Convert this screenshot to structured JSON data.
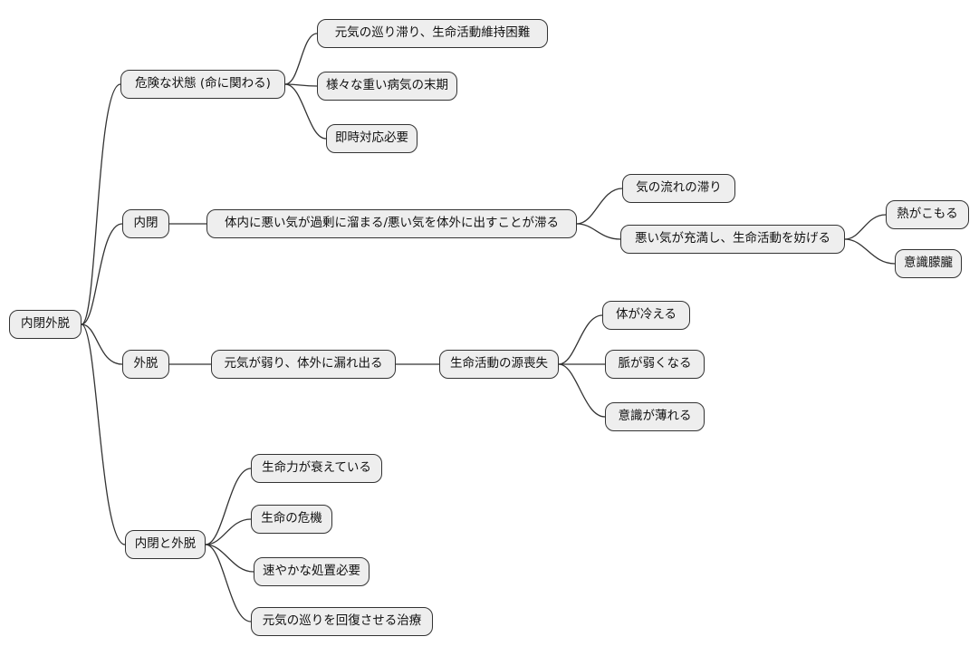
{
  "diagram": {
    "type": "mindmap",
    "title": "内閉外脱",
    "style": {
      "node_fill": "#eeeeee",
      "node_border": "#333333",
      "edge_color": "#333333",
      "text_color": "#111111",
      "background": "#ffffff"
    },
    "root": {
      "label": "内閉外脱",
      "children": [
        {
          "label": "危険な状態 (命に関わる)",
          "children": [
            {
              "label": "元気の巡り滞り、生命活動維持困難"
            },
            {
              "label": "様々な重い病気の末期"
            },
            {
              "label": "即時対応必要"
            }
          ]
        },
        {
          "label": "内閉",
          "children": [
            {
              "label": "体内に悪い気が過剰に溜まる/悪い気を体外に出すことが滞る",
              "children": [
                {
                  "label": "気の流れの滞り"
                },
                {
                  "label": "悪い気が充満し、生命活動を妨げる",
                  "children": [
                    {
                      "label": "熱がこもる"
                    },
                    {
                      "label": "意識朦朧"
                    }
                  ]
                }
              ]
            }
          ]
        },
        {
          "label": "外脱",
          "children": [
            {
              "label": "元気が弱り、体外に漏れ出る",
              "children": [
                {
                  "label": "生命活動の源喪失",
                  "children": [
                    {
                      "label": "体が冷える"
                    },
                    {
                      "label": "脈が弱くなる"
                    },
                    {
                      "label": "意識が薄れる"
                    }
                  ]
                }
              ]
            }
          ]
        },
        {
          "label": "内閉と外脱",
          "children": [
            {
              "label": "生命力が衰えている"
            },
            {
              "label": "生命の危機"
            },
            {
              "label": "速やかな処置必要"
            },
            {
              "label": "元気の巡りを回復させる治療"
            }
          ]
        }
      ]
    }
  }
}
